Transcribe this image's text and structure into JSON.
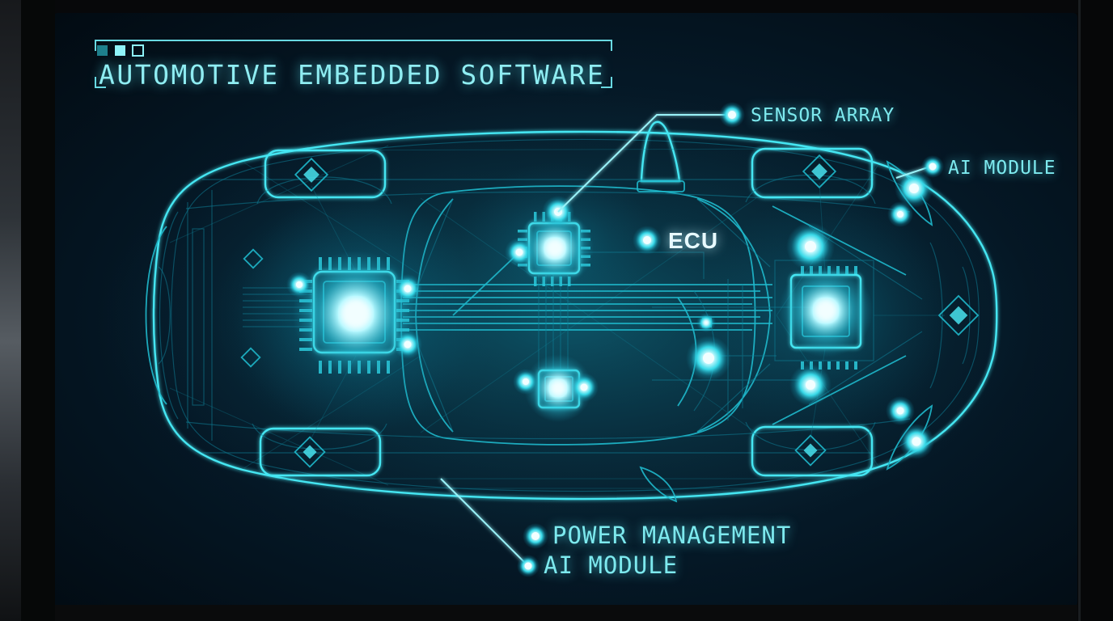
{
  "scene": {
    "description": "Cyan wireframe top view of a car rendered on a dark monitor, annotating embedded software components",
    "type": "car-wireframe-diagram"
  },
  "title": {
    "text": "AUTOMOTIVE EMBEDDED SOFTWARE"
  },
  "window_squares": [
    "dim-filled",
    "bright-filled",
    "outline"
  ],
  "callouts": {
    "sensor_array": {
      "label": "SENSOR ARRAY"
    },
    "ai_module_top": {
      "label": "AI MODULE"
    },
    "ecu": {
      "label": "ECU"
    },
    "power_management": {
      "label": "POWER MANAGEMENT"
    },
    "ai_module_bottom": {
      "label": "AI MODULE"
    }
  },
  "components": [
    "central-processor-chip",
    "sensor-array-chip",
    "power-management-chip",
    "front-ai-module-chip",
    "wheel-node-diamonds",
    "glow-nodes"
  ],
  "colors": {
    "accent_bright": "#45E6F2",
    "accent_mid": "#1FB9CC",
    "accent_dim": "#0E7E95",
    "text": "#8FEDF2",
    "ecu_text": "#E8FAFF",
    "screen_bg": "#04121B",
    "node_core": "#F2FEFF"
  }
}
